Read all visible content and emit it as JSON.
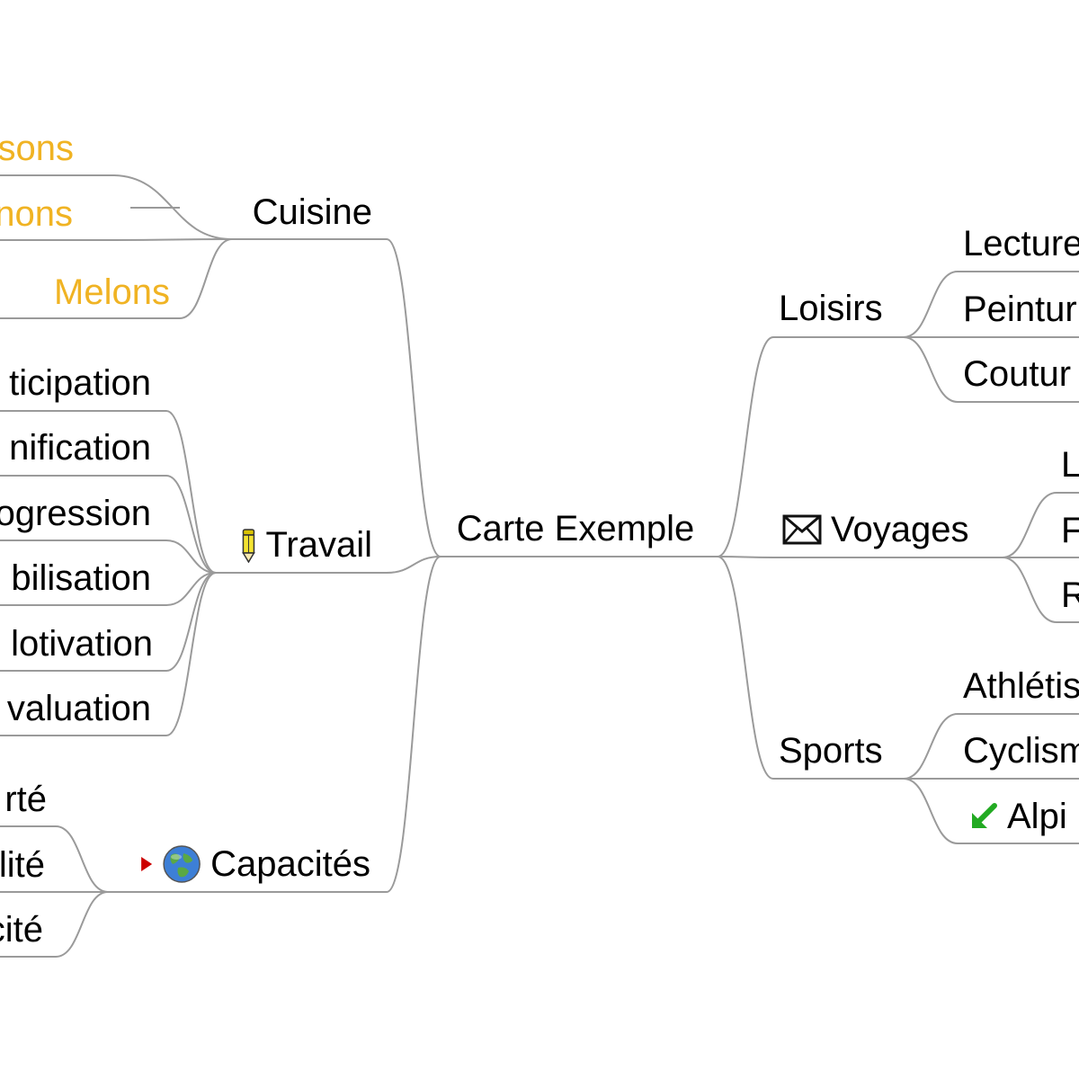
{
  "map": {
    "root": {
      "label": "Carte Exemple"
    },
    "branches": {
      "cuisine": {
        "label": "Cuisine",
        "children": [
          {
            "label": "sons",
            "color": "#f0b323"
          },
          {
            "label": "nons",
            "color": "#f0b323"
          },
          {
            "label": "Melons",
            "color": "#f0b323"
          }
        ]
      },
      "travail": {
        "label": "Travail",
        "icon": "pencil-icon",
        "children": [
          {
            "label": "ticipation"
          },
          {
            "label": "nification"
          },
          {
            "label": "ogression"
          },
          {
            "label": "bilisation"
          },
          {
            "label": "lotivation"
          },
          {
            "label": "valuation"
          }
        ]
      },
      "capacites": {
        "label": "Capacités",
        "icons": [
          "red-arrow-right-icon",
          "globe-icon"
        ],
        "children": [
          {
            "label": "rté"
          },
          {
            "label": "lité"
          },
          {
            "label": "cité"
          }
        ]
      },
      "loisirs": {
        "label": "Loisirs",
        "children": [
          {
            "label": "Lecture"
          },
          {
            "label": "Peintur"
          },
          {
            "label": "Coutur"
          }
        ]
      },
      "voyages": {
        "label": "Voyages",
        "icon": "envelope-icon",
        "children": [
          {
            "label": "L"
          },
          {
            "label": "F"
          },
          {
            "label": "R"
          }
        ]
      },
      "sports": {
        "label": "Sports",
        "children": [
          {
            "label": "Athlétis"
          },
          {
            "label": "Cyclism"
          },
          {
            "label": "Alpi",
            "icon": "green-arrow-down-left-icon"
          }
        ]
      }
    },
    "colors": {
      "line": "#9a9a9a",
      "text": "#000000",
      "accent_yellow": "#f0b323",
      "arrow_red": "#cc0000",
      "arrow_green": "#22aa22"
    }
  }
}
